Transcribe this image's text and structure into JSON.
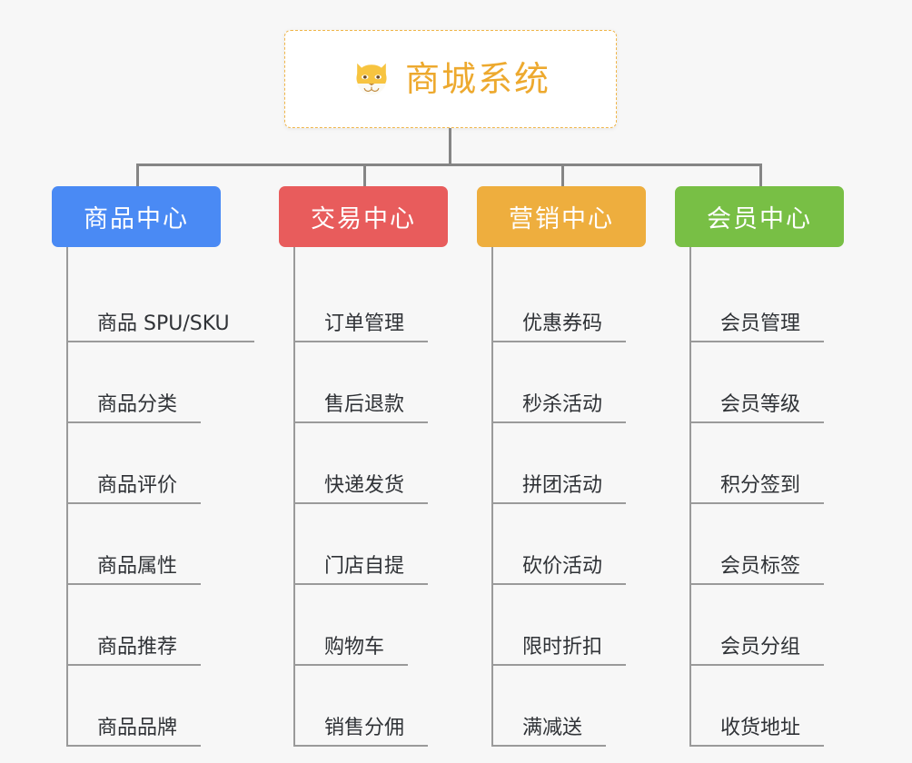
{
  "root": {
    "title": "商城系统",
    "icon": "shiba-inu-icon",
    "accent_color": "#eda92e",
    "border_color": "#f0b64a",
    "background": "#ffffff"
  },
  "canvas": {
    "background": "#f7f7f7",
    "connector_color": "#858585",
    "spine_color": "#9a9a9a"
  },
  "columns": [
    {
      "title": "商品中心",
      "color": "#4a8af4",
      "items": [
        {
          "label": "商品 SPU/SKU",
          "rule_width": 205
        },
        {
          "label": "商品分类",
          "rule_width": 146
        },
        {
          "label": "商品评价",
          "rule_width": 146
        },
        {
          "label": "商品属性",
          "rule_width": 146
        },
        {
          "label": "商品推荐",
          "rule_width": 146
        },
        {
          "label": "商品品牌",
          "rule_width": 146
        }
      ]
    },
    {
      "title": "交易中心",
      "color": "#e85c5c",
      "items": [
        {
          "label": "订单管理",
          "rule_width": 146
        },
        {
          "label": "售后退款",
          "rule_width": 146
        },
        {
          "label": "快递发货",
          "rule_width": 146
        },
        {
          "label": "门店自提",
          "rule_width": 146
        },
        {
          "label": "购物车",
          "rule_width": 124
        },
        {
          "label": "销售分佣",
          "rule_width": 146
        }
      ]
    },
    {
      "title": "营销中心",
      "color": "#eeae3e",
      "items": [
        {
          "label": "优惠券码",
          "rule_width": 146
        },
        {
          "label": "秒杀活动",
          "rule_width": 146
        },
        {
          "label": "拼团活动",
          "rule_width": 146
        },
        {
          "label": "砍价活动",
          "rule_width": 146
        },
        {
          "label": "限时折扣",
          "rule_width": 146
        },
        {
          "label": "满减送",
          "rule_width": 124
        }
      ]
    },
    {
      "title": "会员中心",
      "color": "#78bf45",
      "items": [
        {
          "label": "会员管理",
          "rule_width": 146
        },
        {
          "label": "会员等级",
          "rule_width": 146
        },
        {
          "label": "积分签到",
          "rule_width": 146
        },
        {
          "label": "会员标签",
          "rule_width": 146
        },
        {
          "label": "会员分组",
          "rule_width": 146
        },
        {
          "label": "收货地址",
          "rule_width": 146
        }
      ]
    }
  ]
}
